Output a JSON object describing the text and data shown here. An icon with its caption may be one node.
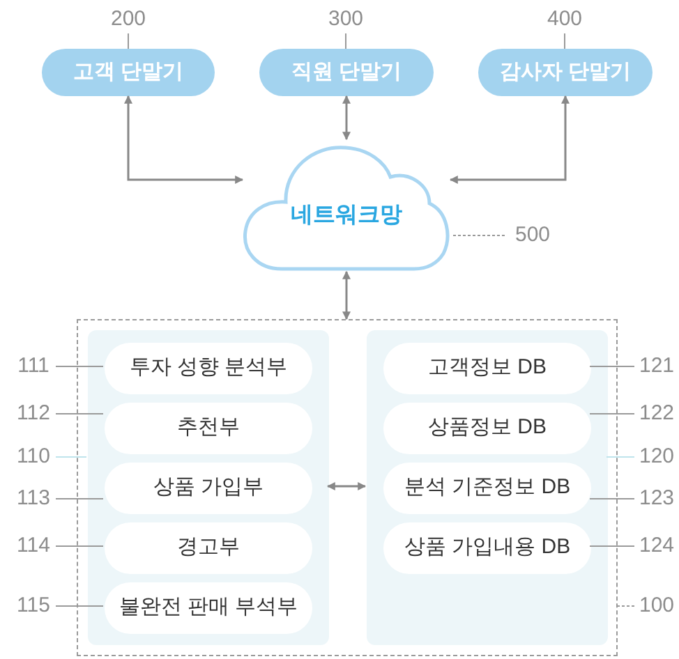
{
  "diagram": {
    "nodes": [
      {
        "text": [
          "200"
        ]
      },
      {
        "text": [
          "300"
        ]
      },
      {
        "text": [
          "400"
        ]
      },
      {
        "text": [
          "고객 단말기"
        ]
      },
      {
        "text": [
          "직원 단말기"
        ]
      },
      {
        "text": [
          "감사자 단말기"
        ]
      },
      {
        "text": [
          "네트워크망"
        ]
      },
      {
        "text": [
          "500"
        ]
      },
      {
        "text": [],
        "shape": "box"
      },
      {
        "text": [],
        "shape": "box",
        "in": 8
      },
      {
        "text": [
          "투자 성향 분석부"
        ],
        "in": 9
      },
      {
        "text": [
          "추천부"
        ],
        "in": 9
      },
      {
        "text": [
          "상품 가입부"
        ],
        "in": 9
      },
      {
        "text": [
          "경고부"
        ],
        "in": 9
      },
      {
        "text": [
          "불완전 판매 부석부"
        ],
        "in": 9
      },
      {
        "text": [],
        "shape": "box",
        "in": 8
      },
      {
        "text": [
          "고객정보 DB"
        ],
        "in": 15
      },
      {
        "text": [
          "상품정보 DB"
        ],
        "in": 15
      },
      {
        "text": [
          "분석 기준정보 DB"
        ],
        "in": 15
      },
      {
        "text": [
          "상품 가입내용 DB"
        ],
        "in": 15
      },
      {
        "text": [
          "111"
        ]
      },
      {
        "text": [
          "112"
        ]
      },
      {
        "text": [
          "110"
        ]
      },
      {
        "text": [
          "113"
        ]
      },
      {
        "text": [
          "114"
        ]
      },
      {
        "text": [
          "115"
        ]
      },
      {
        "text": [
          "121"
        ]
      },
      {
        "text": [
          "122"
        ]
      },
      {
        "text": [
          "120"
        ]
      },
      {
        "text": [
          "123"
        ]
      },
      {
        "text": [
          "124"
        ]
      },
      {
        "text": [
          "100"
        ]
      }
    ],
    "edges": [
      {
        "from": 3,
        "to": 6,
        "arrow": "both"
      },
      {
        "from": 4,
        "to": 6,
        "arrow": "both"
      },
      {
        "from": 5,
        "to": 6,
        "arrow": "both"
      },
      {
        "from": 6,
        "to": 8,
        "arrow": "both"
      },
      {
        "from": 9,
        "to": 15,
        "arrow": "both"
      },
      {
        "from": 0,
        "to": 3,
        "arrow": "none"
      },
      {
        "from": 1,
        "to": 4,
        "arrow": "none"
      },
      {
        "from": 2,
        "to": 5,
        "arrow": "none"
      },
      {
        "from": 7,
        "to": 6,
        "arrow": "none",
        "style": "dashed"
      },
      {
        "from": 20,
        "to": 10,
        "arrow": "none"
      },
      {
        "from": 21,
        "to": 11,
        "arrow": "none"
      },
      {
        "from": 22,
        "to": 9,
        "arrow": "none",
        "color": "#bfe4ec"
      },
      {
        "from": 23,
        "to": 12,
        "arrow": "none"
      },
      {
        "from": 24,
        "to": 13,
        "arrow": "none"
      },
      {
        "from": 25,
        "to": 14,
        "arrow": "none"
      },
      {
        "from": 26,
        "to": 16,
        "arrow": "none"
      },
      {
        "from": 27,
        "to": 17,
        "arrow": "none"
      },
      {
        "from": 28,
        "to": 15,
        "arrow": "none",
        "color": "#bfe4ec"
      },
      {
        "from": 29,
        "to": 18,
        "arrow": "none"
      },
      {
        "from": 30,
        "to": 19,
        "arrow": "none"
      },
      {
        "from": 31,
        "to": 8,
        "arrow": "none",
        "style": "dashed"
      }
    ]
  }
}
